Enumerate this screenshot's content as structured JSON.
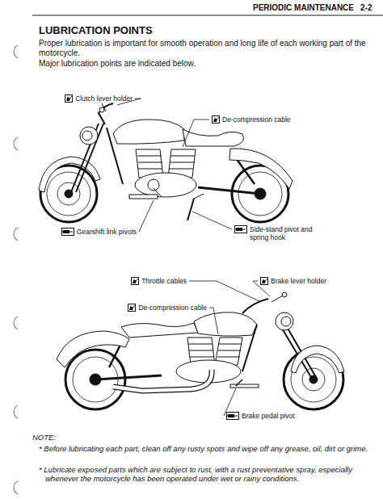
{
  "diagram": {
    "title": "LUBRICATION POINTS",
    "labels": [
      "PERIODIC MAINTENANCE",
      "2-2",
      "Proper lubrication is important for smooth operation and long life of each working part of the motorcycle.",
      "Major lubrication points are indicated below.",
      "Clutch lever holder",
      "De-compression cable",
      "Gearshift link pivots",
      "Side-stand pivot and spring hook",
      "Throttle cables",
      "Brake lever holder",
      "De-compression cable",
      "Brake pedal pivot",
      "NOTE:",
      "* Before lubricating each part, clean off any rusty spots and wipe off any grease, oil, dirt or grime.",
      "* Lubricate exposed parts which are subject to rust, with a rust preventative spray, especially whenever the motorcycle has been operated under wet or rainy conditions."
    ]
  }
}
